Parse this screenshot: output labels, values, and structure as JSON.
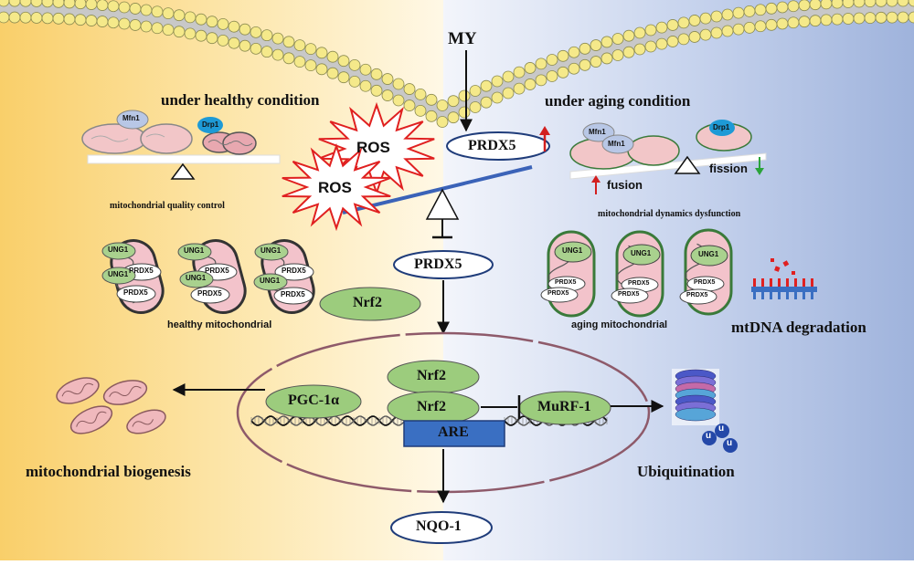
{
  "stimulus": "MY",
  "left_panel": {
    "heading": "under healthy condition",
    "quality_control_caption": "mitochondrial quality control",
    "fusion_protein": "Mfn1",
    "fission_protein": "Drp1",
    "mito_caption": "healthy  mitochondrial",
    "mito_proteins": {
      "ung": "UNG1",
      "prdx": "PRDX5"
    }
  },
  "right_panel": {
    "heading": "under aging condition",
    "fusion_protein_a": "Mfn1",
    "fusion_protein_b": "Mfn1",
    "fission_protein": "Drp1",
    "fusion_label": "fusion",
    "fission_label": "fission",
    "dynamics_caption": "mitochondrial dynamics dysfunction",
    "mito_caption": "aging mitochondrial",
    "mito_proteins": {
      "ung": "UNG1",
      "prdx": "PRDX5"
    },
    "mtdna_label": "mtDNA degradation"
  },
  "center": {
    "ros_1": "ROS",
    "ros_2": "ROS",
    "prdx5_top": "PRDX5",
    "prdx5_mid": "PRDX5",
    "nrf2_cyto": "Nrf2"
  },
  "nucleus": {
    "nrf2_a": "Nrf2",
    "nrf2_b": "Nrf2",
    "pgc": "PGC-1α",
    "murf": "MuRF-1",
    "are": "ARE"
  },
  "outputs": {
    "biogenesis": "mitochondrial biogenesis",
    "ubiquitination": "Ubiquitination",
    "nqo": "NQO-1",
    "ubiquitin_letter": "u"
  },
  "colors": {
    "left_bg": "#fbd98a",
    "right_bg": "#a7b9de",
    "node_green": "#9ccc7d",
    "node_blue": "#3a6fc2",
    "prdx_border": "#1f3c7a",
    "up_arrow": "#d21f1f",
    "down_arrow": "#2aa33a"
  }
}
